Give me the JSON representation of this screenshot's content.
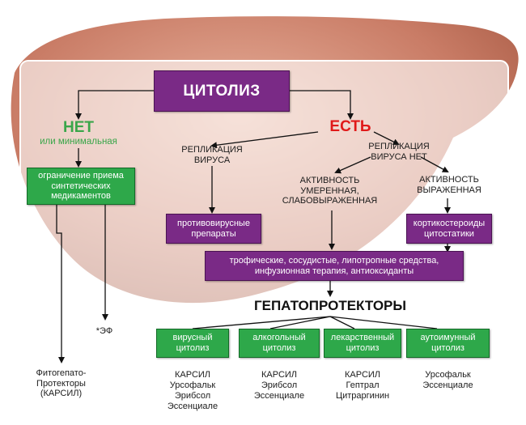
{
  "title": "ЦИТОЛИЗ",
  "no_branch": {
    "label": "НЕТ",
    "sublabel": "или минимальная",
    "color": "#3aa64a"
  },
  "yes_branch": {
    "label": "ЕСТЬ",
    "color": "#e01919"
  },
  "replication_yes": "РЕПЛИКАЦИЯ\nВИРУСА",
  "replication_no": "РЕПЛИКАЦИЯ\nВИРУСА НЕТ",
  "activity_moderate": "АКТИВНОСТЬ\nУМЕРЕННАЯ,\nСЛАБОВЫРАЖЕННАЯ",
  "activity_high": "АКТИВНОСТЬ\nВЫРАЖЕННАЯ",
  "limit_drugs": "ограничение приема\nсинтетических\nмедикаментов",
  "antiviral": "противовирусные\nпрепараты",
  "corticosteroids": "кортикостероиды\nцитостатики",
  "therapy": "трофические, сосудистые, липотропные средства,\nинфузионная терапия, антиоксиданты",
  "hepatoprotectors": "ГЕПАТОПРОТЕКТОРЫ",
  "phyto": "Фитогепато-\nПротекторы\n(КАРСИЛ)",
  "ef": "*ЭФ",
  "cytolysis_types": [
    {
      "label": "вирусный\nцитолиз",
      "drugs": [
        "КАРСИЛ",
        "Урсофальк",
        "Эрибсол",
        "Эссенциале"
      ]
    },
    {
      "label": "алкогольный\nцитолиз",
      "drugs": [
        "КАРСИЛ",
        "Эрибсол",
        "Эссенциале"
      ]
    },
    {
      "label": "лекарственный\nцитолиз",
      "drugs": [
        "КАРСИЛ",
        "Гептрал",
        "Цитраргинин"
      ]
    },
    {
      "label": "аутоимунный\nцитолиз",
      "drugs": [
        "Урсофальк",
        "Эссенциале"
      ]
    }
  ]
}
